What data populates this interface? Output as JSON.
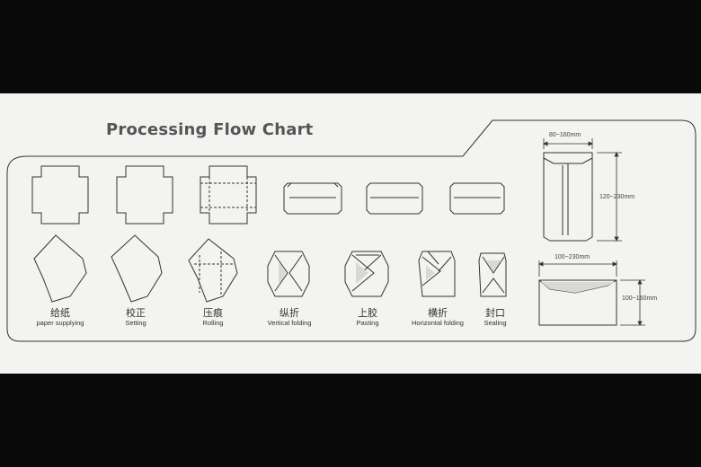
{
  "title": "Processing Flow Chart",
  "steps": [
    {
      "zh": "给纸",
      "en": "paper supplying"
    },
    {
      "zh": "校正",
      "en": "Setting"
    },
    {
      "zh": "压痕",
      "en": "Rolling"
    },
    {
      "zh": "纵折",
      "en": "Vertical folding"
    },
    {
      "zh": "上胶",
      "en": "Pasting"
    },
    {
      "zh": "横折",
      "en": "Horizontal folding"
    },
    {
      "zh": "封口",
      "en": "Sealing"
    }
  ],
  "dimensions": {
    "top_width": "80~160mm",
    "top_height": "120~230mm",
    "bottom_width": "100~230mm",
    "bottom_height": "100~160mm"
  },
  "colors": {
    "line": "#333333",
    "panel": "#f3f3f1",
    "frame": "#0a0a0a"
  }
}
